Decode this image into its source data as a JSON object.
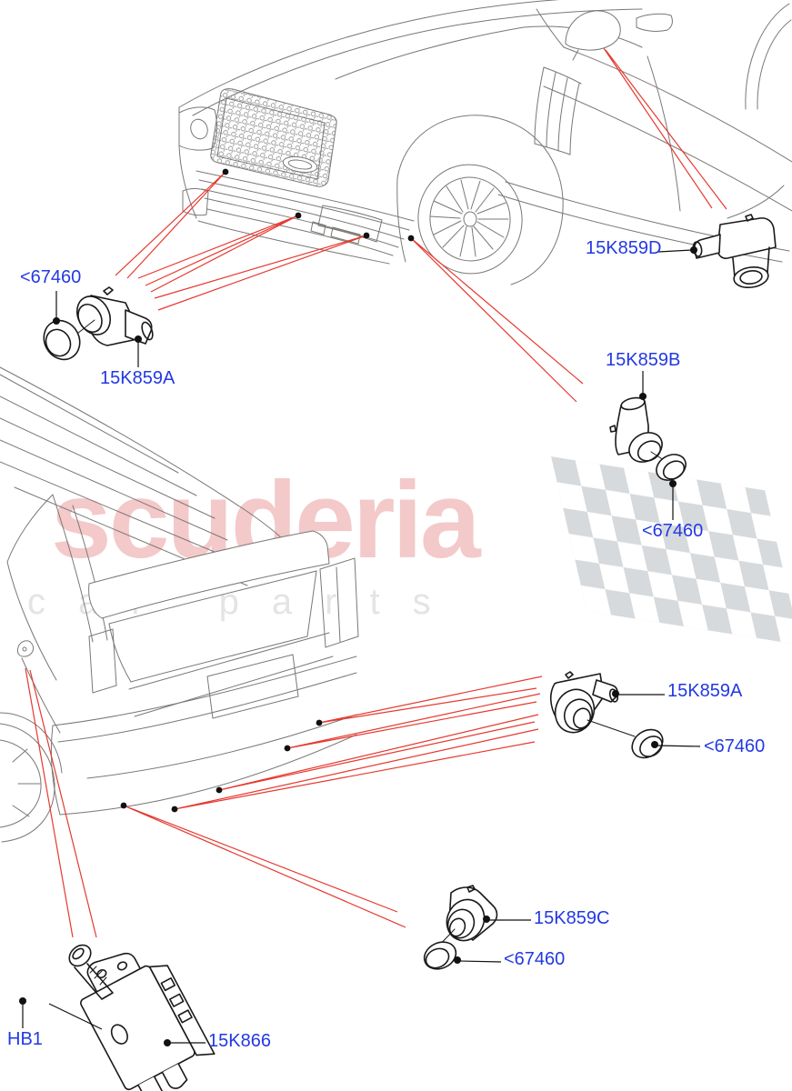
{
  "watermark": {
    "brand": "scuderia",
    "subtitle": "car parts"
  },
  "callouts": [
    {
      "id": "front-grommet",
      "text": "<67460"
    },
    {
      "id": "front-sensor-a",
      "text": "15K859A"
    },
    {
      "id": "side-sensor-d",
      "text": "15K859D"
    },
    {
      "id": "sensor-b",
      "text": "15K859B"
    },
    {
      "id": "grommet-b",
      "text": "<67460"
    },
    {
      "id": "rear-sensor-a",
      "text": "15K859A"
    },
    {
      "id": "rear-grommet-a",
      "text": "<67460"
    },
    {
      "id": "sensor-c",
      "text": "15K859C"
    },
    {
      "id": "grommet-c",
      "text": "<67460"
    },
    {
      "id": "module-bolt",
      "text": "HB1"
    },
    {
      "id": "module",
      "text": "15K866"
    }
  ],
  "colors": {
    "callout_blue": "#2239E2",
    "leader_red": "#E6392F",
    "vehicle_line_gray": "#7A7875",
    "part_line_black": "#1A1A1A",
    "watermark_pink": "#F4C9C9",
    "watermark_gray": "#E4E4E4",
    "checker_gray": "#D7DADC"
  }
}
